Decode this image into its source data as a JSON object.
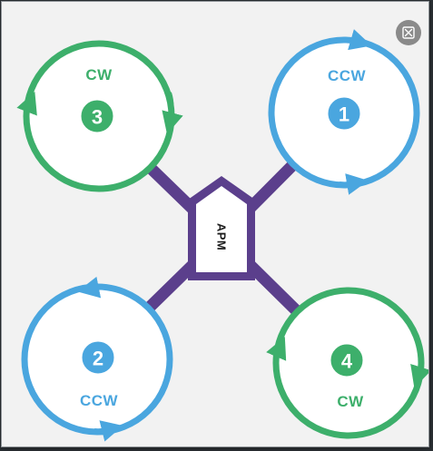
{
  "colors": {
    "cw": "#3daf6b",
    "ccw": "#4aa6df",
    "arm": "#5b3f8c",
    "frame_bg": "#f2f2f2",
    "close_button": "#8a8a8a"
  },
  "icons": {
    "close": "close-icon",
    "rotation": "rotation-arrow-icon"
  },
  "controller": {
    "label": "APM"
  },
  "rotors": [
    {
      "number": "1",
      "direction": "CCW"
    },
    {
      "number": "2",
      "direction": "CCW"
    },
    {
      "number": "3",
      "direction": "CW"
    },
    {
      "number": "4",
      "direction": "CW"
    }
  ]
}
